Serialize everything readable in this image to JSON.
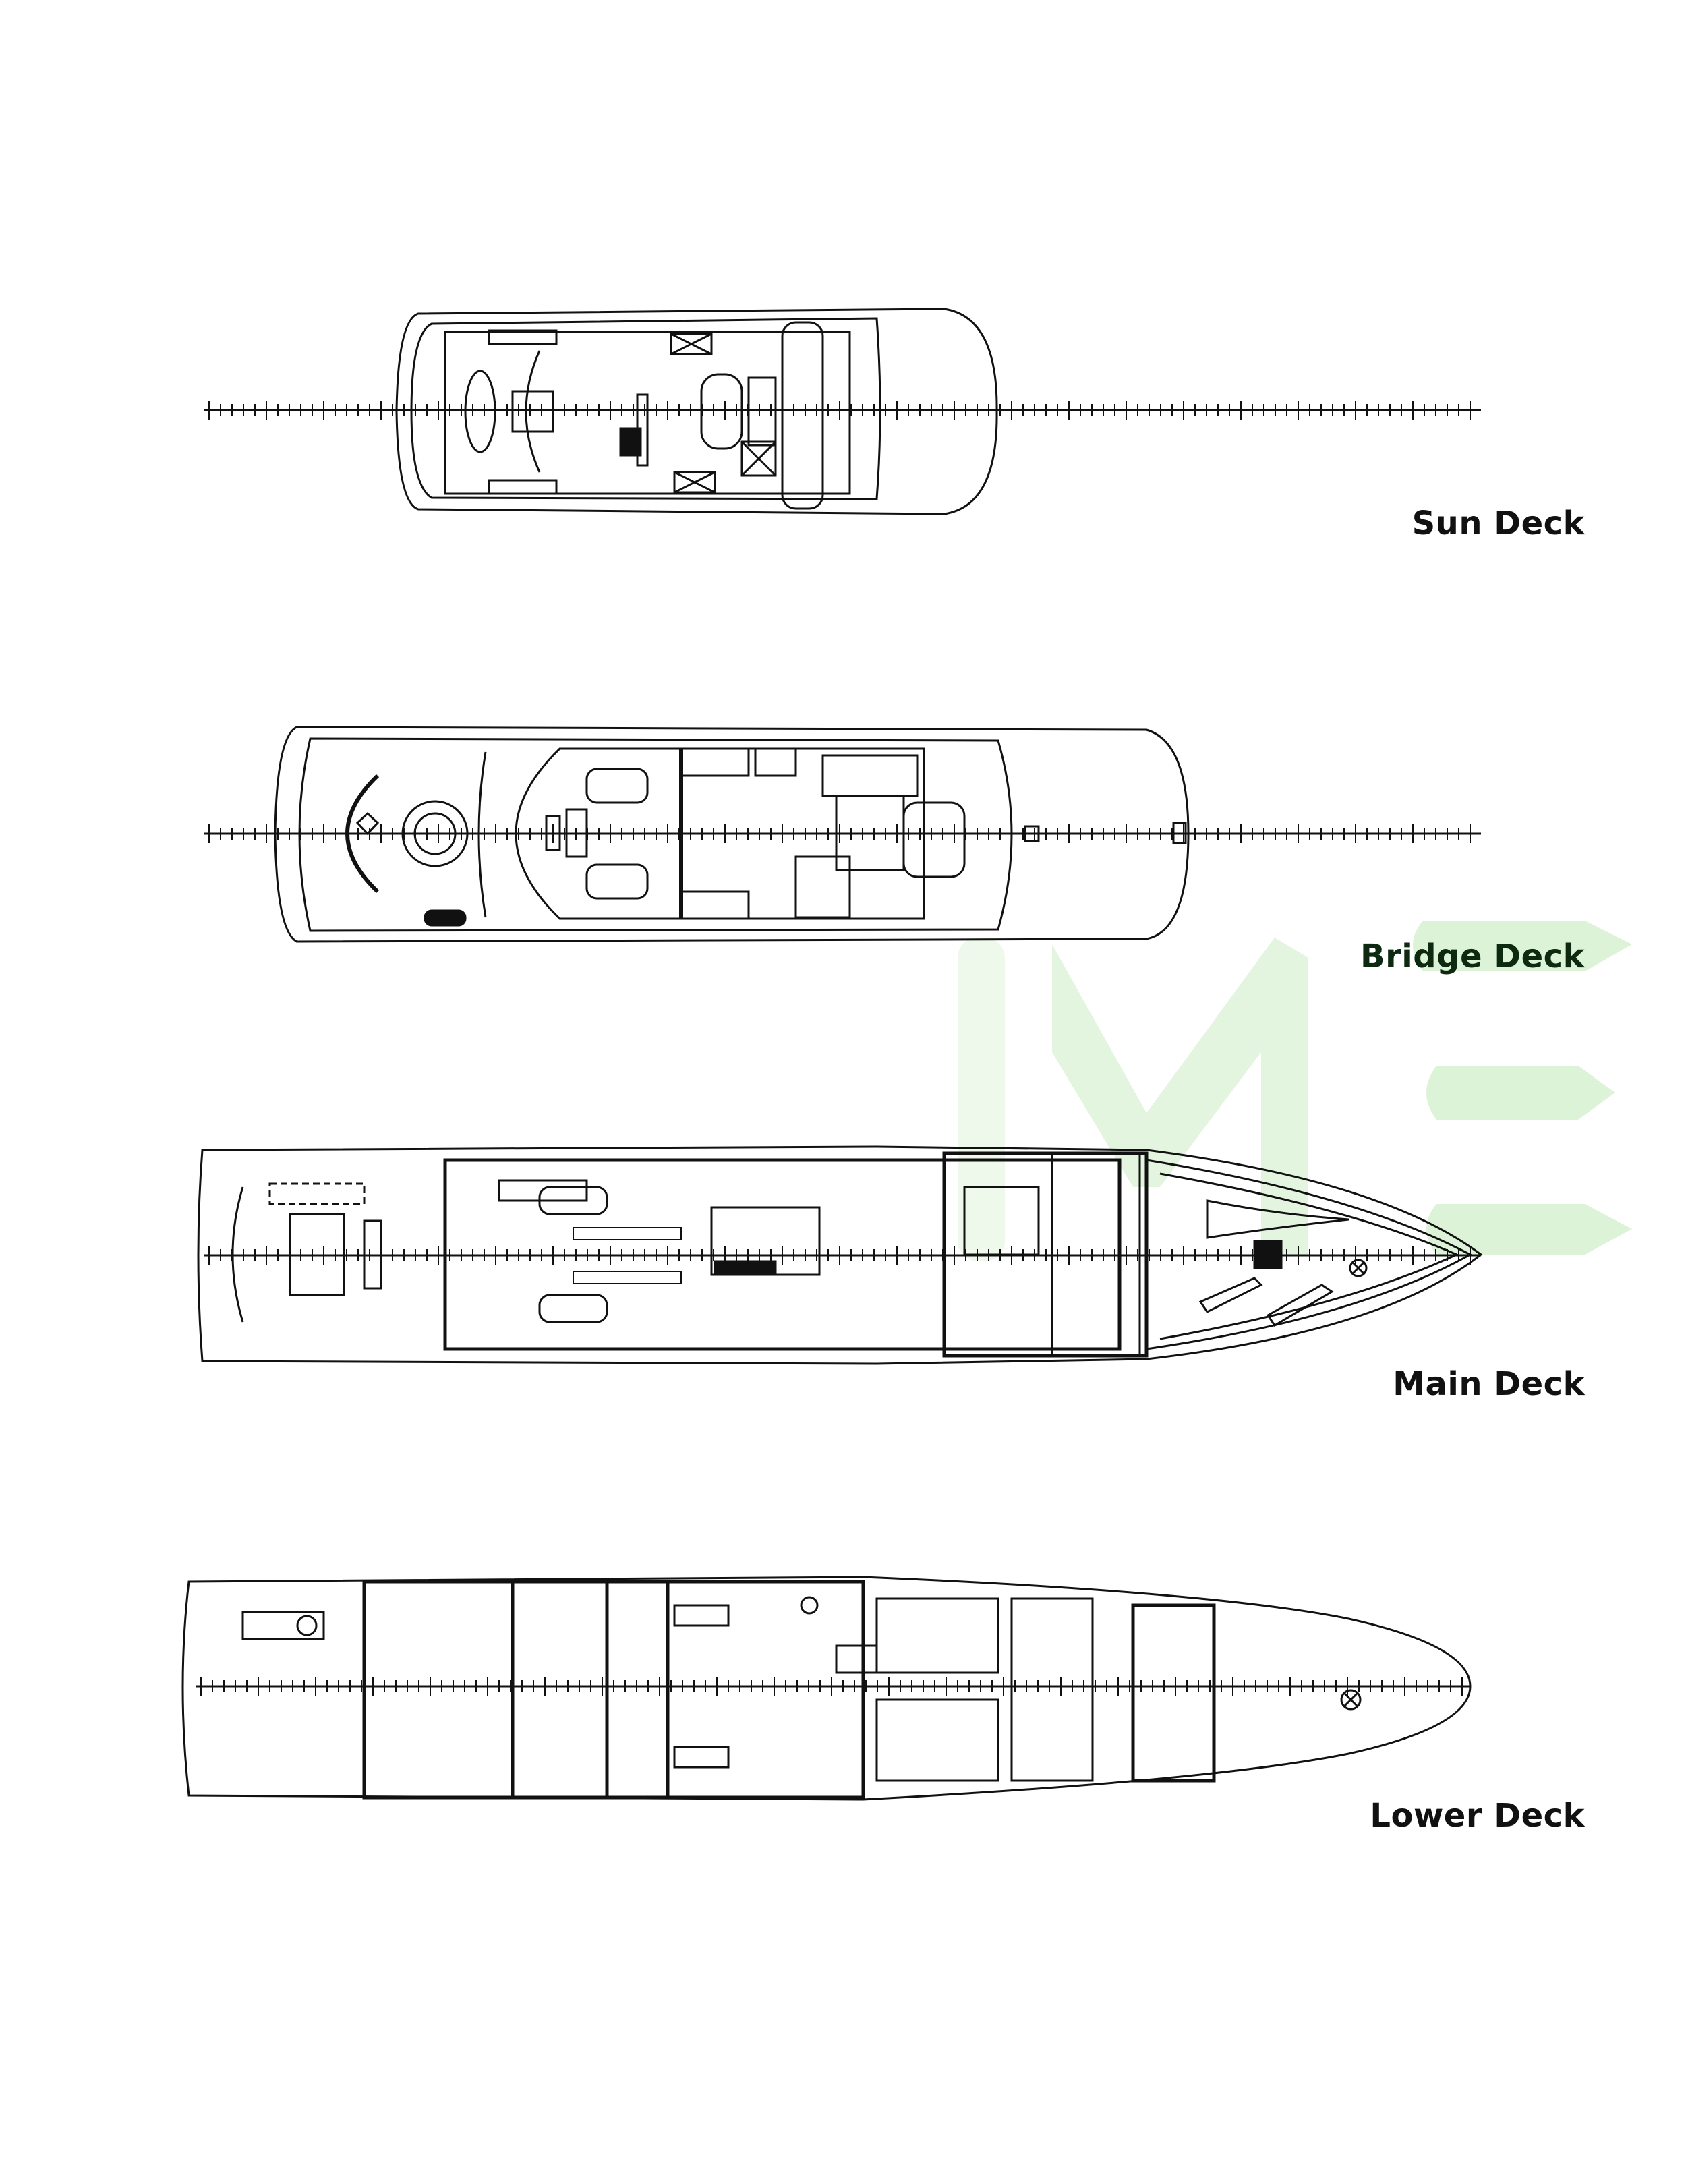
{
  "decks": [
    {
      "id": "sun",
      "label": "Sun Deck"
    },
    {
      "id": "bridge",
      "label": "Bridge Deck"
    },
    {
      "id": "main",
      "label": "Main Deck"
    },
    {
      "id": "lower",
      "label": "Lower Deck"
    }
  ],
  "watermark": {
    "text": "ME",
    "color": "#d8f2d4"
  },
  "colors": {
    "line": "#111111",
    "label": "#111111",
    "bridge_label": "#0d2a10"
  }
}
